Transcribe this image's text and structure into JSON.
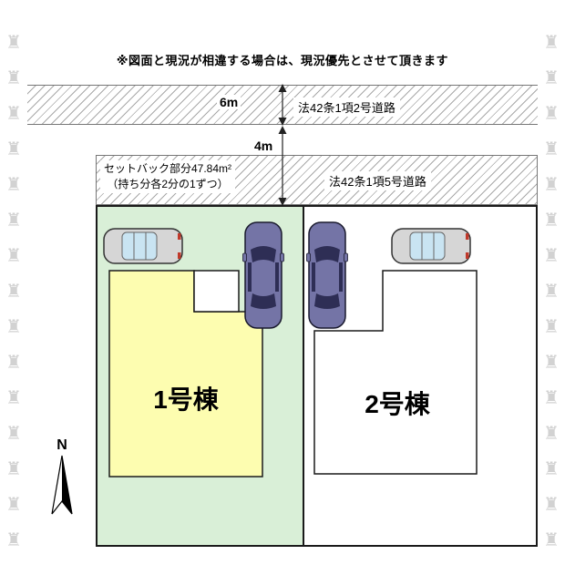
{
  "disclaimer": "※図面と現況が相違する場合は、現況優先とさせて頂きます",
  "roads": {
    "road_6m": {
      "name": "法42条1項2号道路",
      "width": "6m"
    },
    "road_4m": {
      "name": "法42条1項5号道路",
      "width": "4m"
    }
  },
  "setback": {
    "line1": "セットバック部分47.84m²",
    "line2": "（持ち分各2分の1ずつ）"
  },
  "lots": {
    "lot1": {
      "label": "1号棟",
      "building_fill": "#fdfdb0",
      "ground_fill": "#d9efd7"
    },
    "lot2": {
      "label": "2号棟",
      "building_fill": "#ffffff"
    }
  },
  "compass": {
    "label": "N"
  },
  "watermark": {
    "glyphs": "♜\n♜\n♜\n♜\n♜\n♜\n♜\n♜\n♜\n♜\n♜\n♜\n♜\n♜\n♜"
  },
  "colors": {
    "outline": "#1a1a1a",
    "hatch_line": "#a8a8a8",
    "car_grey_body": "#d6d6d6",
    "car_navy_body": "#7474a6",
    "car_glass_light": "#c9e4f2",
    "car_glass_dark": "#2e2e55"
  }
}
